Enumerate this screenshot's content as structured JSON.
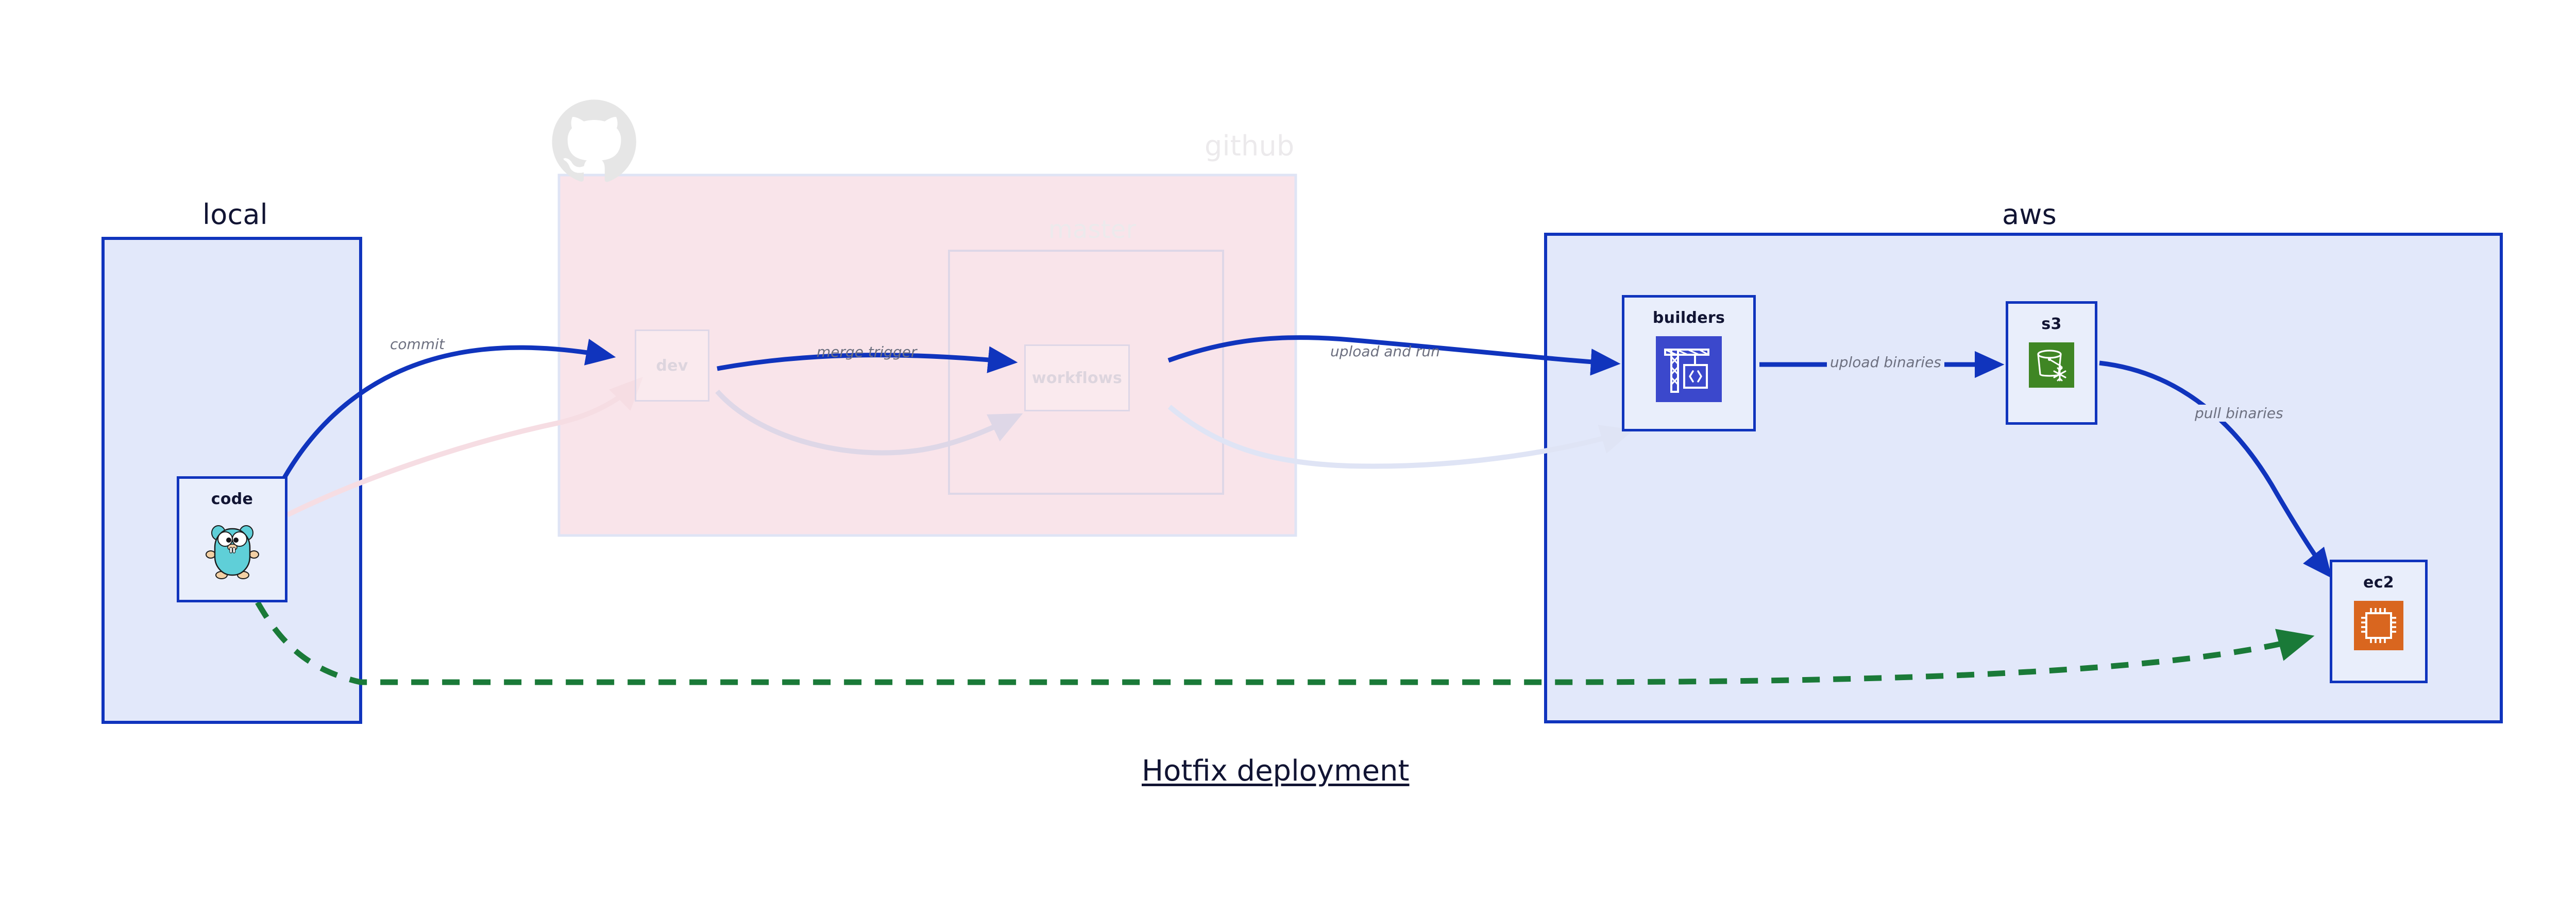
{
  "diagram": {
    "title": "Hotfix deployment",
    "background": "#ffffff"
  },
  "clusters": [
    {
      "id": "local",
      "label": "local",
      "fill": "#e2e8fa",
      "stroke": "#1034bd",
      "faded": false
    },
    {
      "id": "github",
      "label": "github",
      "fill": "#f9e4ea",
      "stroke": "#dfe4f5",
      "faded": true
    },
    {
      "id": "master",
      "label": "master",
      "fill": "transparent",
      "stroke": "#ded7e7",
      "faded": true
    },
    {
      "id": "aws",
      "label": "aws",
      "fill": "#e2e8fa",
      "stroke": "#1034bd",
      "faded": false
    }
  ],
  "nodes": [
    {
      "id": "code",
      "label": "code",
      "icon": "go-gopher-icon",
      "faded": false
    },
    {
      "id": "dev",
      "label": "dev",
      "icon": "none",
      "faded": true
    },
    {
      "id": "workflows",
      "label": "workflows",
      "icon": "none",
      "faded": true
    },
    {
      "id": "builders",
      "label": "builders",
      "icon": "aws-codebuild-icon",
      "faded": false
    },
    {
      "id": "s3",
      "label": "s3",
      "icon": "aws-s3-glacier-icon",
      "faded": false
    },
    {
      "id": "ec2",
      "label": "ec2",
      "icon": "aws-ec2-icon",
      "faded": false
    }
  ],
  "edges": [
    {
      "id": "commit",
      "label": "commit",
      "from": "code",
      "to": "dev",
      "style": "solid",
      "color": "#1034bd"
    },
    {
      "id": "merge-trigger",
      "label": "merge trigger",
      "from": "dev",
      "to": "workflows",
      "style": "solid",
      "color": "#1034bd"
    },
    {
      "id": "upload-and-run",
      "label": "upload and run",
      "from": "workflows",
      "to": "builders",
      "style": "solid",
      "color": "#1034bd"
    },
    {
      "id": "upload-binaries",
      "label": "upload binaries",
      "from": "builders",
      "to": "s3",
      "style": "solid",
      "color": "#1034bd"
    },
    {
      "id": "pull-binaries",
      "label": "pull binaries",
      "from": "s3",
      "to": "ec2",
      "style": "solid",
      "color": "#1034bd"
    },
    {
      "id": "hotfix",
      "label": "",
      "from": "code",
      "to": "ec2",
      "style": "dashed",
      "color": "#1a7a38"
    },
    {
      "id": "ghost-commit",
      "label": "",
      "from": "code",
      "to": "dev",
      "style": "solid",
      "color": "#f6dde3"
    },
    {
      "id": "ghost-merge",
      "label": "",
      "from": "dev",
      "to": "workflows",
      "style": "solid",
      "color": "#ded7e7"
    },
    {
      "id": "ghost-upload",
      "label": "",
      "from": "workflows",
      "to": "builders",
      "style": "solid",
      "color": "#dfe4f5"
    }
  ],
  "colors": {
    "node_border": "#1034bd",
    "node_fill": "#e9eefb",
    "cluster_local_fill": "#e2e8fa",
    "cluster_github_fill": "#f9e4ea",
    "cluster_aws_fill": "#e2e8fa",
    "edge_blue": "#1034bd",
    "edge_green": "#1a7a38",
    "label_gray": "#6d7080",
    "text_dark": "#111433",
    "faded_gray": "#eceaec",
    "aws_codebuild_blue": "#3b48cc",
    "aws_s3_green": "#3f8624",
    "aws_ec2_orange": "#d9661f",
    "go_gopher_cyan": "#5fcfd8"
  }
}
